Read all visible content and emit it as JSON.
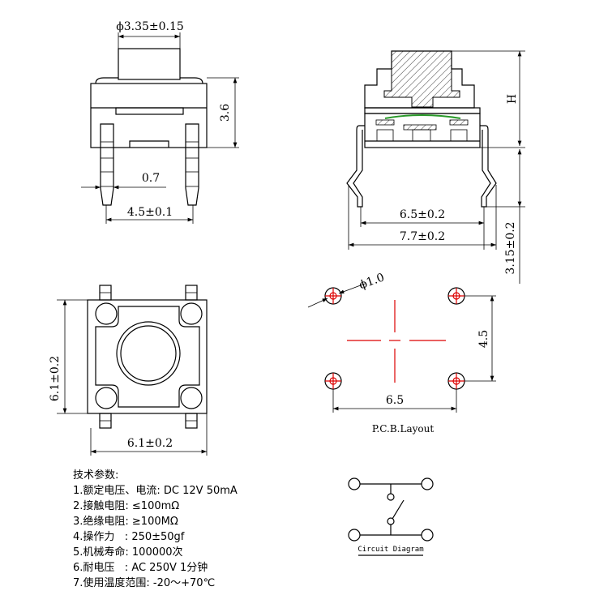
{
  "front_view": {
    "button_dia": "ϕ3.35±0.15",
    "height": "3.6",
    "pin_width": "0.7",
    "pin_pitch": "4.5±0.1"
  },
  "side_view": {
    "height_label": "H",
    "inner_width": "6.5±0.2",
    "outer_width": "7.7±0.2",
    "lead_length": "3.15±0.2"
  },
  "bottom_view": {
    "height": "6.1±0.2",
    "width": "6.1±0.2"
  },
  "pcb_layout": {
    "hole_dia": "ϕ1.0",
    "vertical_pitch": "4.5",
    "horizontal_pitch": "6.5",
    "caption": "P.C.B.Layout"
  },
  "circuit": {
    "caption": "Circuit Diagram"
  },
  "specs": {
    "title": "技术参数:",
    "items": [
      "1.额定电压、电流: DC 12V 50mA",
      "2.接触电阻: ≤100mΩ",
      "3.绝缘电阻: ≥100MΩ",
      "4.操作力   : 250±50gf",
      "5.机械寿命: 100000次",
      "6.耐电压   : AC 250V 1分钟",
      "7.使用温度范围: -20～+70℃"
    ]
  },
  "colors": {
    "centerline": "#dd0000",
    "contact_spring": "#2a9a2a"
  }
}
